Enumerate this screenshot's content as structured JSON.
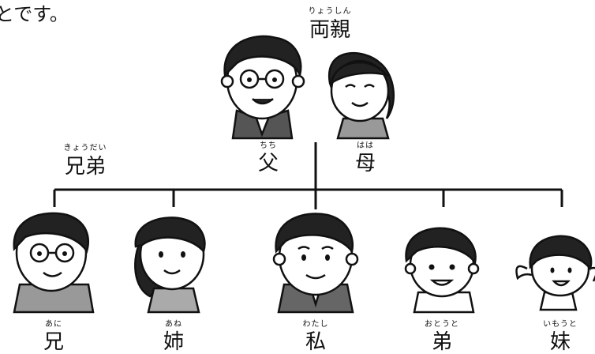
{
  "intro_fragment": "とです。",
  "parents": {
    "ruby": "りょうしん",
    "label": "両親"
  },
  "siblings": {
    "ruby": "きょうだい",
    "label": "兄弟"
  },
  "members": [
    {
      "id": "father",
      "ruby": "ちち",
      "label": "父"
    },
    {
      "id": "mother",
      "ruby": "はは",
      "label": "母"
    },
    {
      "id": "older-brother",
      "ruby": "あに",
      "label": "兄"
    },
    {
      "id": "older-sister",
      "ruby": "あね",
      "label": "姉"
    },
    {
      "id": "me",
      "ruby": "わたし",
      "label": "私"
    },
    {
      "id": "younger-brother",
      "ruby": "おとうと",
      "label": "弟"
    },
    {
      "id": "younger-sister",
      "ruby": "いもうと",
      "label": "妹"
    }
  ]
}
